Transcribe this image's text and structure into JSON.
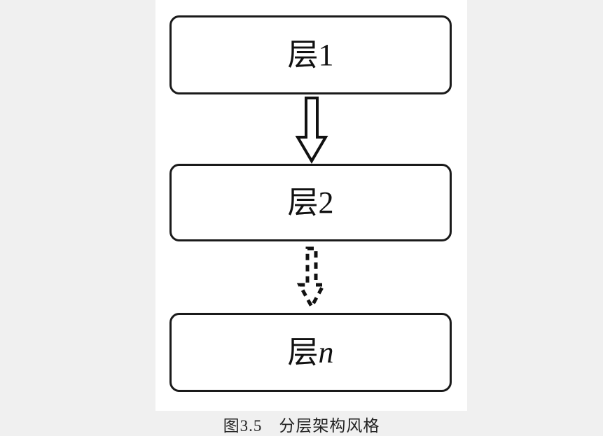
{
  "figure": {
    "caption": "图3.5　分层架构风格",
    "caption_number": "图3.5",
    "caption_title": "分层架构风格",
    "background_color": "#f0f0f0",
    "panel_color": "#ffffff",
    "stroke_color": "#111111"
  },
  "diagram": {
    "type": "layered-architecture",
    "boxes": [
      {
        "id": "layer-1",
        "label_prefix": "层",
        "label_suffix": "1",
        "label": "层1",
        "suffix_italic": false
      },
      {
        "id": "layer-2",
        "label_prefix": "层",
        "label_suffix": "2",
        "label": "层2",
        "suffix_italic": false
      },
      {
        "id": "layer-n",
        "label_prefix": "层",
        "label_suffix": "n",
        "label": "层n",
        "suffix_italic": true
      }
    ],
    "connectors": [
      {
        "id": "arrow-1-2",
        "from": "layer-1",
        "to": "layer-2",
        "style": "solid",
        "shape": "hollow-block-arrow",
        "direction": "down"
      },
      {
        "id": "arrow-2-n",
        "from": "layer-2",
        "to": "layer-n",
        "style": "dashed",
        "shape": "hollow-block-arrow",
        "direction": "down"
      }
    ]
  }
}
